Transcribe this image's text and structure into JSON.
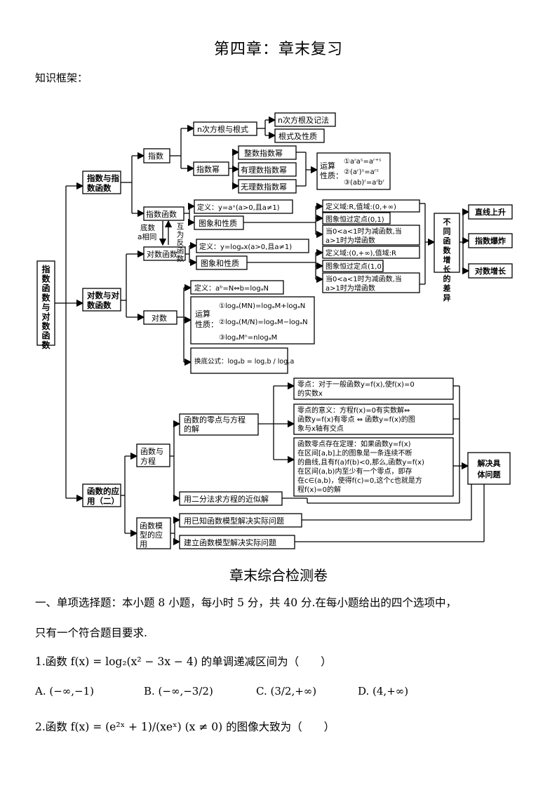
{
  "page": {
    "title": "第四章：章末复习",
    "framework_label": "知识框架：",
    "section_title": "章末综合检测卷",
    "instruction_line1": "一、单项选择题：本小题 8 小题，每小时 5 分，共 40 分.在每小题给出的四个选项中，",
    "instruction_line2": "只有一个符合题目要求.",
    "q1": {
      "stem": "1.函数 f(x) = log₂(x² − 3x − 4) 的单调递减区间为（　　）",
      "options": [
        "A. (−∞,−1)",
        "B. (−∞,−3/2)",
        "C. (3/2,+∞)",
        "D. (4,+∞)"
      ]
    },
    "q2": {
      "stem": "2.函数 f(x) = (e²ˣ + 1)/(xeˣ) (x ≠ 0) 的图像大致为（　　）"
    }
  },
  "diagram": {
    "root": "指数函数与对数函数",
    "b1": "指数与指数函数",
    "b2": "对数与对数函数",
    "b3": "函数的应用（二）",
    "zhishu": "指数",
    "nroot": "n次方根与根式",
    "nroot_def": "n次方根及记法",
    "radical": "根式及性质",
    "power": "指数幂",
    "int_pow": "整数指数幂",
    "rat_pow": "有理数指数幂",
    "irr_pow": "无理数指数幂",
    "op_label1": "运算",
    "op_label2": "性质：",
    "op1": "①aʳaˢ=aʳ⁺ˢ",
    "op2": "②(aʳ)ˢ=aʳˢ",
    "op3": "③(ab)ʳ=aʳbʳ",
    "expfun": "指数函数",
    "exp_def": "定义：y=aˣ(a>0,且a≠1)",
    "exp_graph": "图象和性质",
    "exp_p1": "定义域:R,值域:(0,+∞)",
    "exp_p2": "图象恒过定点(0,1)",
    "exp_p3a": "当0<a<1时为减函数,当",
    "exp_p3b": "a>1时为增函数",
    "base_same1": "底数",
    "base_same2": "a相同",
    "inverse": "互为反函数",
    "logfun": "对数函数",
    "log_def": "定义：y=logₐx(a>0,且a≠1)",
    "log_graph": "图象和性质",
    "log_p1": "定义域:(0,+∞),值域:R",
    "log_p2": "图象恒过定点(1,0)",
    "log_p3a": "当0<a<1时为减函数,当",
    "log_p3b": "a>1时为增函数",
    "growth": "不同函数增长的差异",
    "g1": "直线上升",
    "g2": "指数爆炸",
    "g3": "对数增长",
    "log": "对数",
    "log_d": "定义：aᵇ=N⇔b=logₐN",
    "log_op_label1": "运算",
    "log_op_label2": "性质：",
    "log_op1": "①logₐ(MN)=logₐM+logₐN",
    "log_op2": "②logₐ(M/N)=logₐM−logₐN",
    "log_op3": "③logₐMⁿ=nlogₐM",
    "change_base": "换底公式：logₐb = log꜀b / log꜀a",
    "fe": "函数与方程",
    "zero_eq": "函数的零点与方程的解",
    "zp_a": "零点：对于一般函数y=f(x),使f(x)=0",
    "zp_b": "的实数x",
    "zm_a": "零点的意义：方程f(x)=0有实数解⇔",
    "zm_b": "函数y=f(x)有零点 ⇔ 函数y=f(x)的图",
    "zm_c": "象与x轴有交点",
    "zt_a": "函数零点存在定理：如果函数y=f(x)",
    "zt_b": "在区间[a,b]上的图象是一条连续不断",
    "zt_c": "的曲线,且有f(a)f(b)<0,那么,函数y=f(x)",
    "zt_d": "在区间(a,b)内至少有一个零点，即存",
    "zt_e": "在c∈(a,b)，使得f(c)=0,这个c也就是方",
    "zt_f": "程f(x)=0的解",
    "bisect": "用二分法求方程的近似解",
    "model": "函数模型的应用",
    "known_model": "用已知函数模型解决实际问题",
    "build_model": "建立函数模型解决实际问题",
    "solve": "解决具体问题"
  }
}
